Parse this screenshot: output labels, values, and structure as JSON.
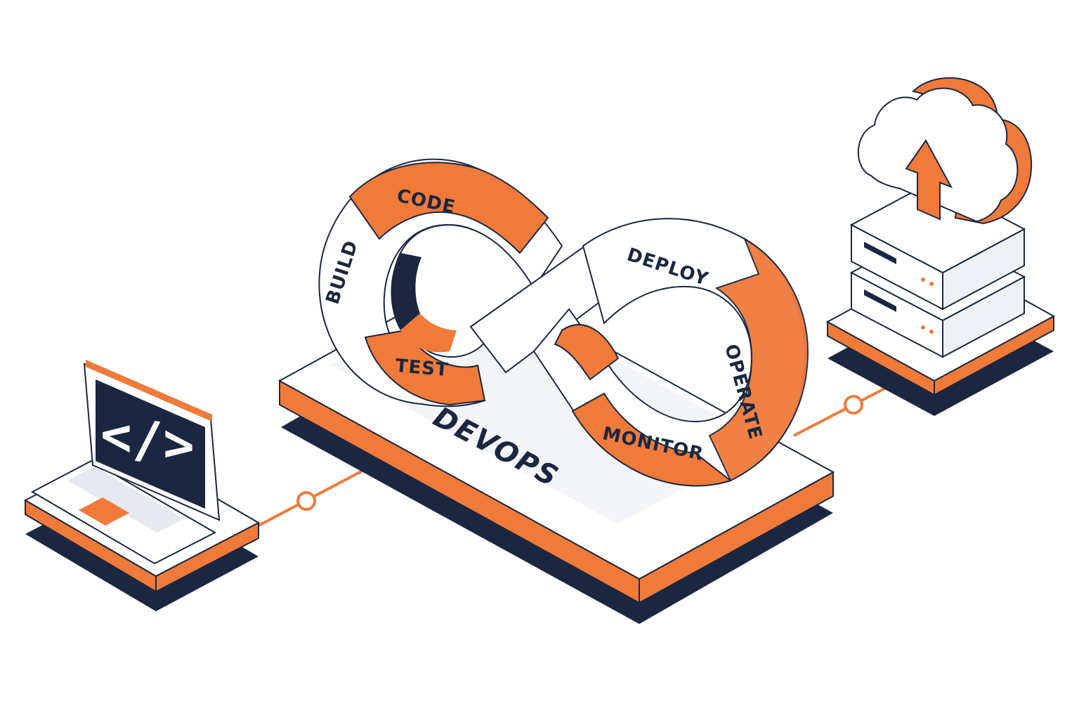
{
  "platform": {
    "label": "DEVOPS"
  },
  "stages": [
    {
      "id": "code",
      "label": "CODE"
    },
    {
      "id": "build",
      "label": "BUILD"
    },
    {
      "id": "test",
      "label": "TEST"
    },
    {
      "id": "deploy",
      "label": "DEPLOY"
    },
    {
      "id": "operate",
      "label": "OPERATE"
    },
    {
      "id": "monitor",
      "label": "MONITOR"
    }
  ],
  "laptop": {
    "screen_glyph": "</>"
  },
  "colors": {
    "accent": "#f07a3a",
    "accent_light": "#f59a62",
    "navy": "#1b2740",
    "white": "#ffffff",
    "light_gray": "#e6e9ef"
  },
  "icons": [
    "laptop-icon",
    "code-brackets-icon",
    "cloud-upload-icon",
    "arrow-up-icon",
    "server-icon",
    "infinity-loop-icon"
  ]
}
